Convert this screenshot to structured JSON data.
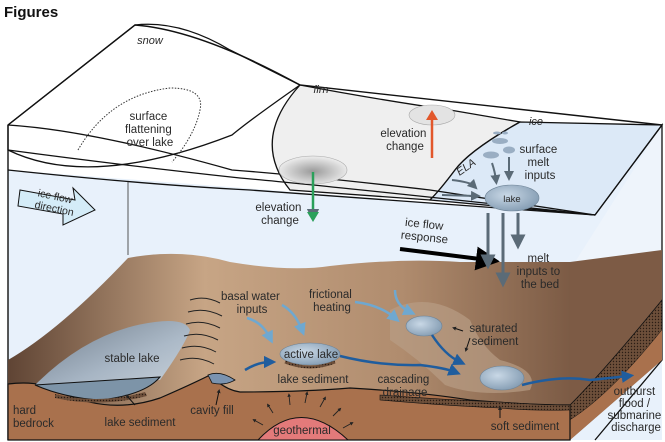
{
  "heading": "Figures",
  "colors": {
    "ice_face": "#e8f1fb",
    "ice_top": "#dce9f7",
    "firn": "#f1f1f1",
    "snow": "#ffffff",
    "bed_dark": "#6e5140",
    "bed_light": "#c4a183",
    "bedrock": "#a9714d",
    "lake_fill": "#9fb4c8",
    "water_arrow": "#1f5d9e",
    "basal_arrow": "#6fa8d0",
    "elevation_up_arrow": "#e2572b",
    "elevation_down_arrow": "#2aa05a",
    "melt_arrow": "#5b6b77",
    "geothermal": "#e37a7a"
  },
  "surface_zones": {
    "snow": "snow",
    "firn": "firn",
    "ice": "ice",
    "ela": "ELA"
  },
  "labels": {
    "surface_flattening": [
      "surface",
      "flattening",
      "over lake"
    ],
    "elevation_change_down": [
      "elevation",
      "change"
    ],
    "elevation_change_up": [
      "elevation",
      "change"
    ],
    "surface_melt_inputs": [
      "surface",
      "melt",
      "inputs"
    ],
    "supraglacial_lake": "lake",
    "ice_flow_direction": [
      "ice flow",
      "direction"
    ],
    "ice_flow_response": [
      "ice flow",
      "response"
    ],
    "melt_inputs_to_bed": [
      "melt",
      "inputs to",
      "the bed"
    ],
    "basal_water_inputs": [
      "basal water",
      "inputs"
    ],
    "frictional_heating": [
      "frictional",
      "heating"
    ],
    "stable_lake": "stable lake",
    "active_lake": "active lake",
    "lake_sediment_active": "lake sediment",
    "saturated_sediment": [
      "saturated",
      "sediment"
    ],
    "cascading_drainage": [
      "cascading",
      "drainage"
    ],
    "outburst_flood": [
      "outburst",
      "flood /",
      "submarine",
      "discharge"
    ],
    "hard_bedrock": [
      "hard",
      "bedrock"
    ],
    "lake_sediment_stable": "lake sediment",
    "cavity_fill": "cavity fill",
    "geothermal": "geothermal",
    "soft_sediment": "soft sediment"
  }
}
